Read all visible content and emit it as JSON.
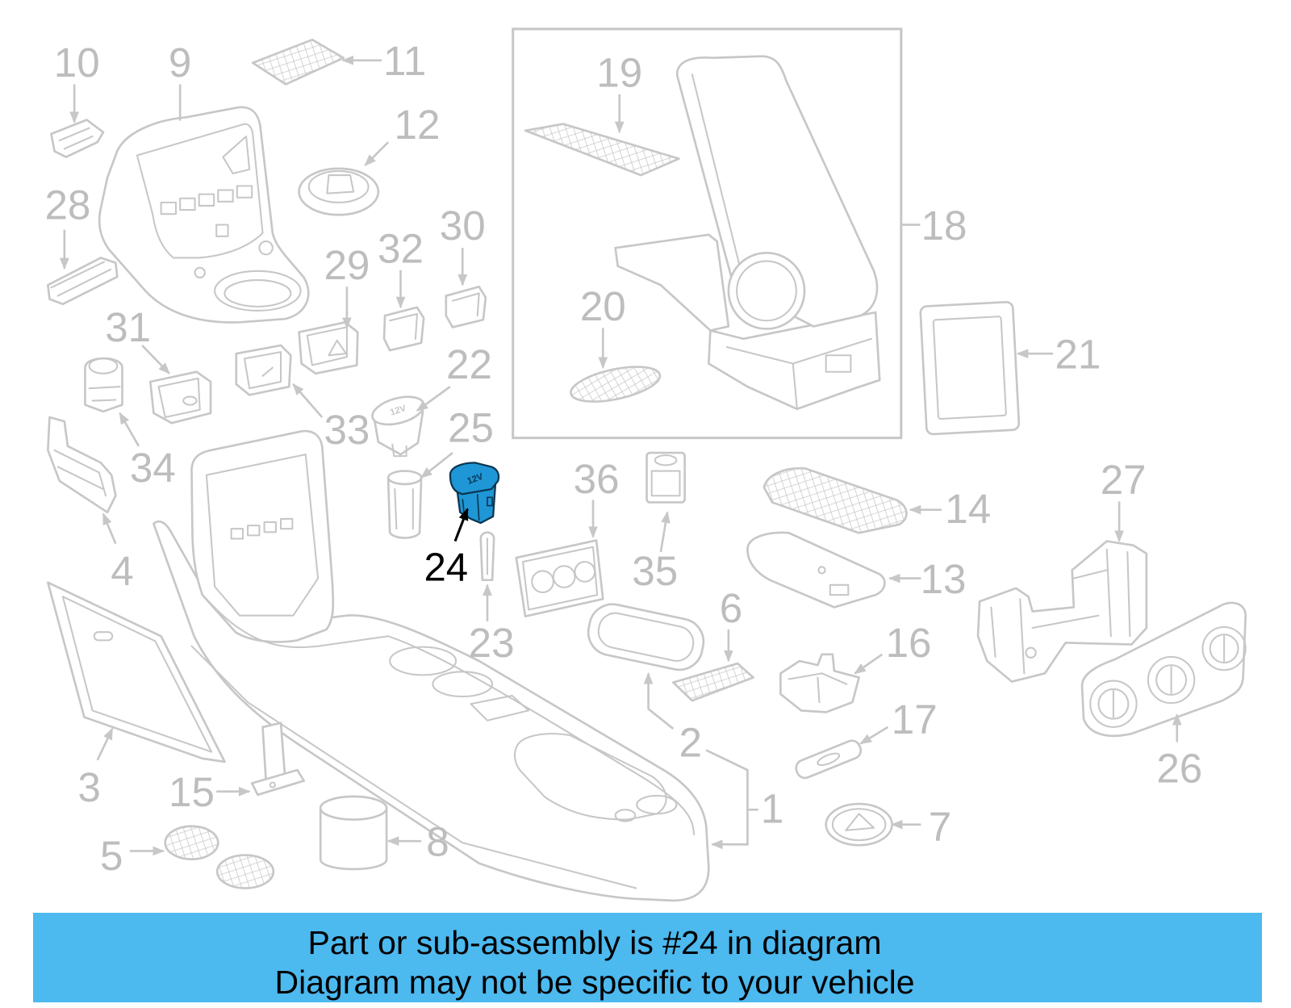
{
  "diagram": {
    "colors": {
      "line": "#c7c7c7",
      "label": "#bdbdbd",
      "highlight_fill": "#1f96d6",
      "highlight_stroke": "#0b3550",
      "highlight_label": "#000000",
      "banner": "#4cb9ef"
    },
    "socket_marking": "12V",
    "callouts": {
      "p1": "1",
      "p2": "2",
      "p3": "3",
      "p4": "4",
      "p5": "5",
      "p6": "6",
      "p7": "7",
      "p8": "8",
      "p9": "9",
      "p10": "10",
      "p11": "11",
      "p12": "12",
      "p13": "13",
      "p14": "14",
      "p15": "15",
      "p16": "16",
      "p17": "17",
      "p18": "18",
      "p19": "19",
      "p20": "20",
      "p21": "21",
      "p22": "22",
      "p23": "23",
      "p24": "24",
      "p25": "25",
      "p26": "26",
      "p27": "27",
      "p28": "28",
      "p29": "29",
      "p30": "30",
      "p31": "31",
      "p32": "32",
      "p33": "33",
      "p34": "34",
      "p35": "35",
      "p36": "36"
    }
  },
  "banner": {
    "line1": "Part or sub-assembly is #24 in diagram",
    "line2": "Diagram may not be specific to your vehicle"
  }
}
